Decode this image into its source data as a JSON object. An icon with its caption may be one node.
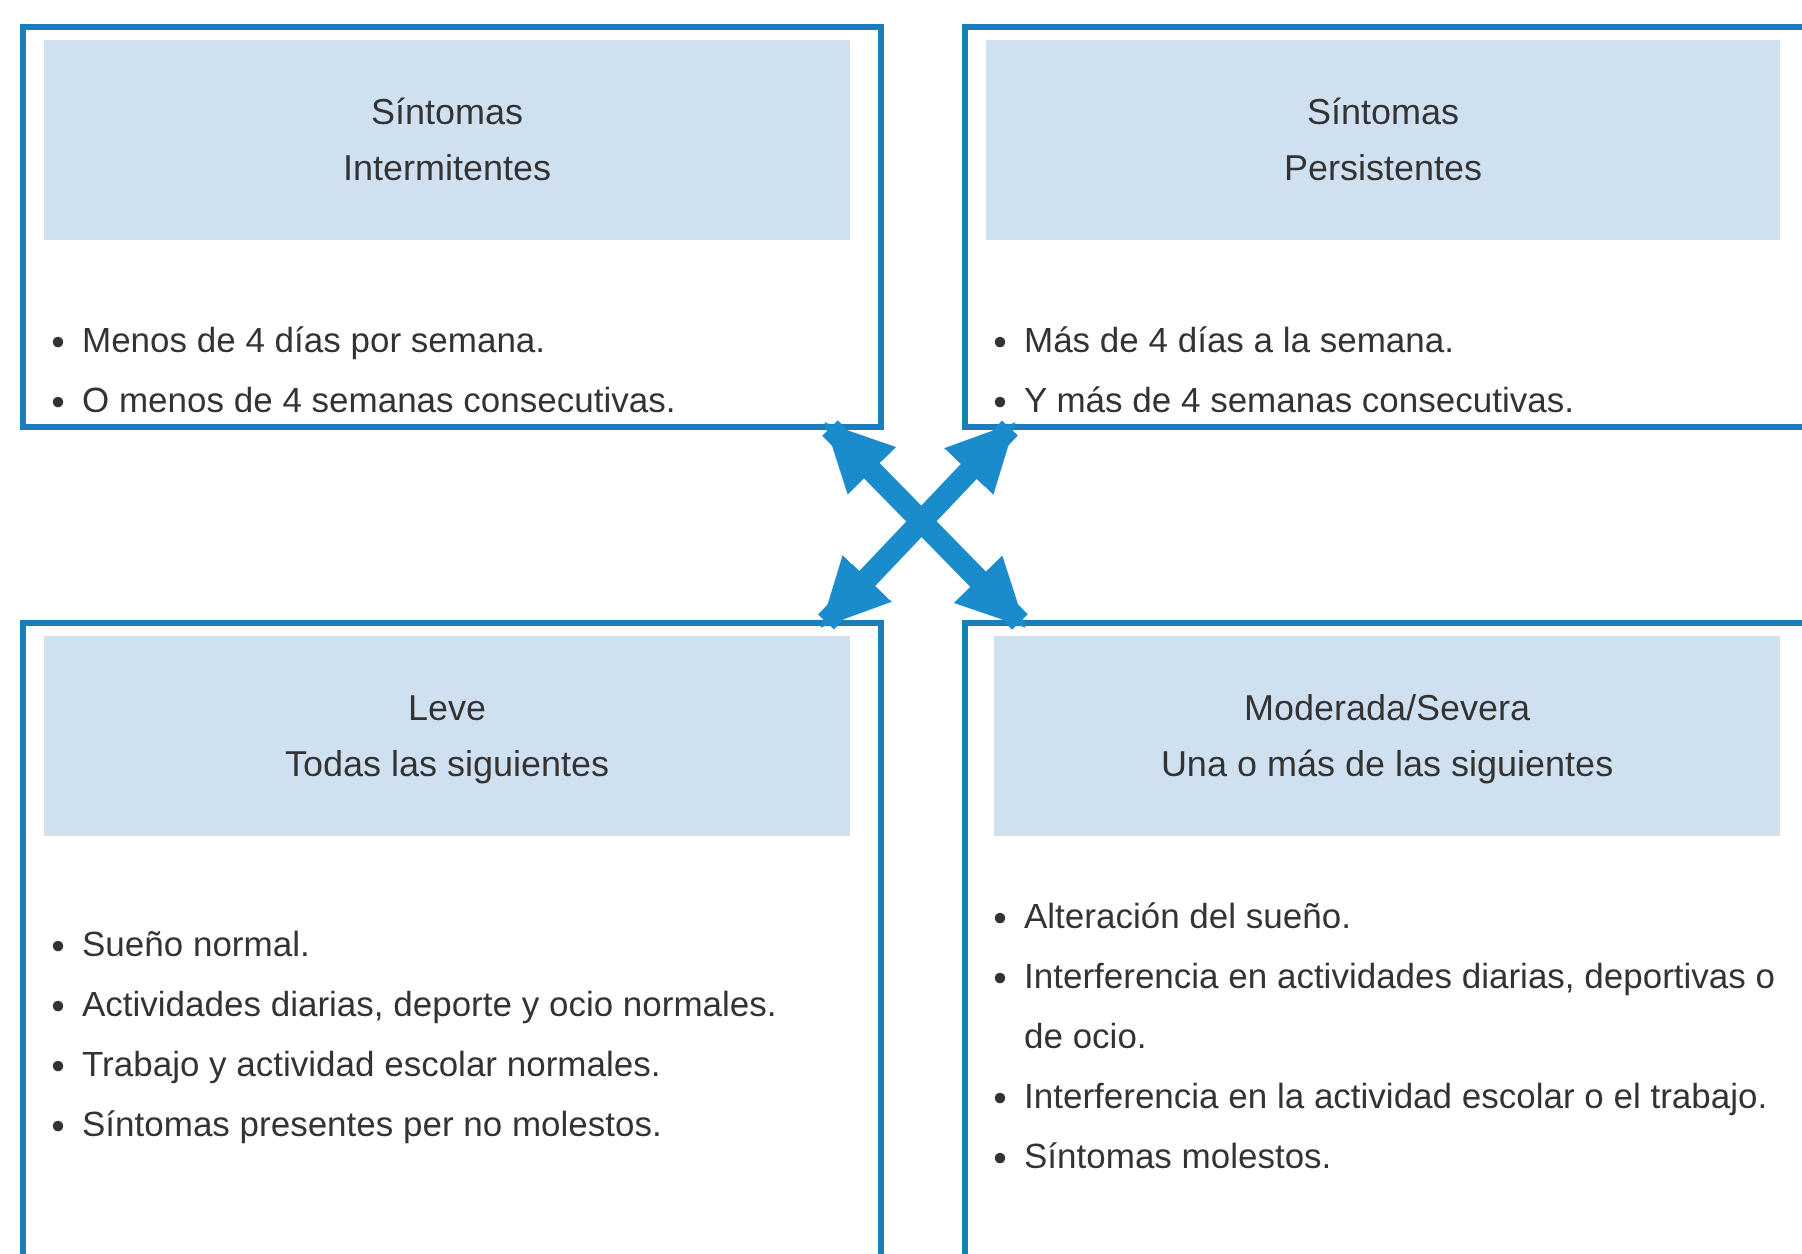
{
  "diagram": {
    "nodes": [
      {
        "text": [
          "Menos de 4 días por semana.",
          "O menos de 4 semanas consecutivas."
        ]
      },
      {
        "text": [
          "Síntomas",
          "Intermitentes"
        ],
        "in": 0
      },
      {
        "text": [
          "Más de 4 días a la semana.",
          "Y más de 4 semanas consecutivas."
        ]
      },
      {
        "text": [
          "Síntomas",
          "Persistentes"
        ],
        "in": 2
      },
      {
        "text": [
          "Sueño normal.",
          "Actividades diarias, deporte y ocio normales.",
          "Trabajo y actividad escolar normales.",
          "Síntomas presentes per no molestos."
        ]
      },
      {
        "text": [
          "Leve",
          "Todas las siguientes"
        ],
        "in": 4
      },
      {
        "text": [
          "Alteración del sueño.",
          "Interferencia en actividades diarias, deportivas o de ocio.",
          "Interferencia en la actividad escolar o el trabajo.",
          "Síntomas molestos."
        ]
      },
      {
        "text": [
          "Moderada/Severa",
          "Una o más de las siguientes"
        ],
        "in": 6
      }
    ],
    "edges": [
      {
        "from": 0,
        "to": 6,
        "arrow": "both"
      },
      {
        "from": 2,
        "to": 4,
        "arrow": "both"
      }
    ]
  }
}
